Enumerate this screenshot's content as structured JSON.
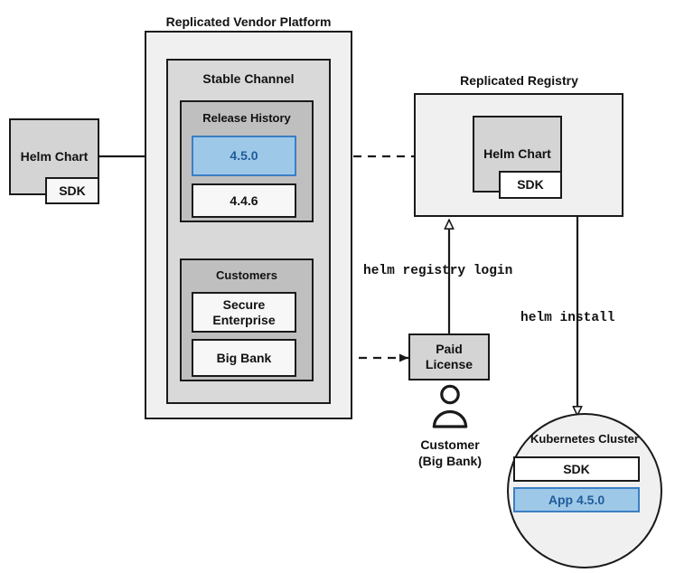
{
  "diagram": {
    "title": "Replicated Vendor Platform helm distribution flow",
    "colors": {
      "outer_panel": "#f0f0f0",
      "channel_panel": "#d9d9d9",
      "inner_panel": "#bfbfbf",
      "white_box": "#f7f7f7",
      "helm_gray": "#d4d4d4",
      "highlight_fill": "#9ec8e8",
      "highlight_border": "#3b7fc4",
      "highlight_text": "#1f5c99",
      "stroke": "#1a1a1a"
    }
  },
  "source": {
    "helm_chart_label": "Helm Chart",
    "sdk_label": "SDK"
  },
  "platform": {
    "title": "Replicated Vendor Platform",
    "channel": {
      "title": "Stable Channel",
      "release_history": {
        "title": "Release History",
        "releases": [
          {
            "version": "4.5.0",
            "highlighted": true
          },
          {
            "version": "4.4.6",
            "highlighted": false
          }
        ]
      },
      "customers": {
        "title": "Customers",
        "items": [
          {
            "name": "Secure\nEnterprise",
            "line1": "Secure",
            "line2": "Enterprise"
          },
          {
            "name": "Big Bank",
            "line1": "Big Bank",
            "line2": ""
          }
        ]
      }
    }
  },
  "registry": {
    "title": "Replicated Registry",
    "helm_chart_label": "Helm Chart",
    "sdk_label": "SDK"
  },
  "license": {
    "line1": "Paid",
    "line2": "License"
  },
  "customer_actor": {
    "icon": "person-icon",
    "line1": "Customer",
    "line2": "(Big Bank)"
  },
  "cluster": {
    "title": "Kubernetes Cluster",
    "components": [
      {
        "label": "SDK",
        "highlighted": false
      },
      {
        "label": "App 4.5.0",
        "highlighted": true
      }
    ]
  },
  "commands": {
    "registry_login": "helm registry login",
    "install": "helm install"
  },
  "edges": [
    {
      "name": "helm-chart-to-release",
      "style": "solid",
      "from": "Helm Chart",
      "to": "4.5.0"
    },
    {
      "name": "release-to-registry",
      "style": "dashed",
      "from": "4.5.0",
      "to": "Replicated Registry Helm Chart"
    },
    {
      "name": "big-bank-to-license",
      "style": "dashed",
      "from": "Big Bank",
      "to": "Paid License"
    },
    {
      "name": "license-to-registry",
      "style": "solid",
      "from": "Paid License",
      "to": "Replicated Registry",
      "label": "helm registry login"
    },
    {
      "name": "registry-to-cluster",
      "style": "solid",
      "from": "Replicated Registry",
      "to": "Kubernetes Cluster",
      "label": "helm install"
    }
  ]
}
